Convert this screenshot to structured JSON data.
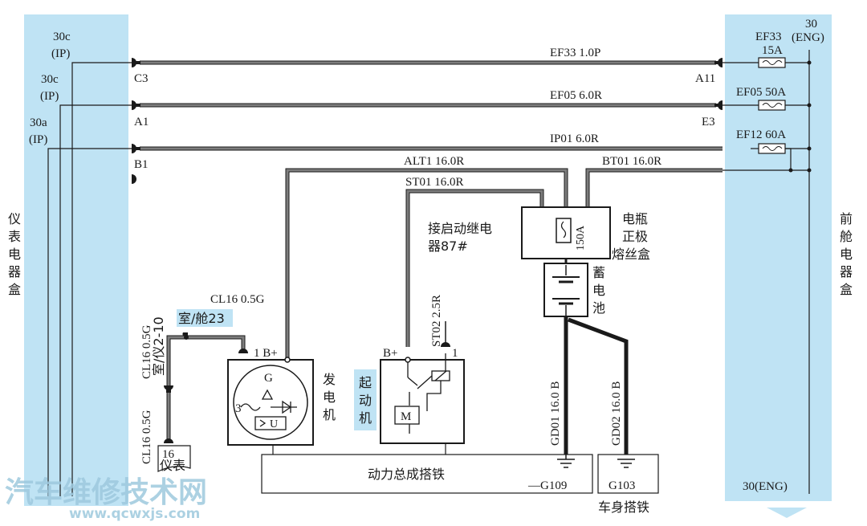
{
  "colors": {
    "panel": "#bfe3f4",
    "wire_gray": "#7d7d7d",
    "wire_black": "#1a1a1a",
    "label_highlight": "#bfe3f4",
    "watermark": "#9ec9de"
  },
  "ip_box": {
    "title": [
      "仪",
      "表",
      "电",
      "器",
      "盒"
    ],
    "pins": [
      "30c",
      "(IP)",
      "30c",
      "(IP)",
      "30a",
      "(IP)"
    ]
  },
  "eng_box": {
    "title": [
      "前",
      "舱",
      "电",
      "器",
      "盒"
    ],
    "header_30": "30",
    "header_eng": "(ENG)",
    "bottom": "30(ENG)",
    "fuses": {
      "ef33_name": "EF33",
      "ef33_rating": "15A",
      "ef05": "EF05 50A",
      "ef12": "EF12 60A"
    }
  },
  "wires": {
    "ef33": "EF33 1.0P",
    "ef05": "EF05 6.0R",
    "ip01": "IP01 6.0R",
    "alt1": "ALT1 16.0R",
    "bt01": "BT01 16.0R",
    "st01": "ST01 16.0R",
    "cl16_h": "CL16 0.5G",
    "cl16_v1": "CL16 0.5G",
    "cl16_v1b": "室/仪2-10",
    "cl16_v2": "CL16 0.5G",
    "st02": "ST02 2.5R",
    "gd01": "GD01 16.0 B",
    "gd02": "GD02 16.0 B"
  },
  "connectors": {
    "c3": "C3",
    "a1": "A1",
    "b1": "B1",
    "a11": "A11",
    "e3": "E3"
  },
  "relay_label": [
    "接启动继电",
    "器87#"
  ],
  "fuse_box": {
    "rating": "150A",
    "label": [
      "电瓶",
      "正极",
      "熔丝盒"
    ]
  },
  "battery_label": [
    "蓄",
    "电",
    "池"
  ],
  "connector_23": "室/舱23",
  "alternator": {
    "pin": "1 B+",
    "g": "G",
    "three": "3",
    "u": "U",
    "label": [
      "发",
      "电",
      "机"
    ]
  },
  "starter": {
    "b_plus": "B+",
    "pin1": "1",
    "m": "M",
    "label": [
      "起",
      "动",
      "机"
    ]
  },
  "instrument": {
    "pin": "16",
    "label": "仪表"
  },
  "ground": {
    "powertrain": "动力总成搭铁",
    "g109": "—G109",
    "g103": "G103",
    "body": "车身搭铁"
  },
  "watermark": {
    "text": "汽车维修技术网",
    "url": "www.qcwxjs.com"
  }
}
